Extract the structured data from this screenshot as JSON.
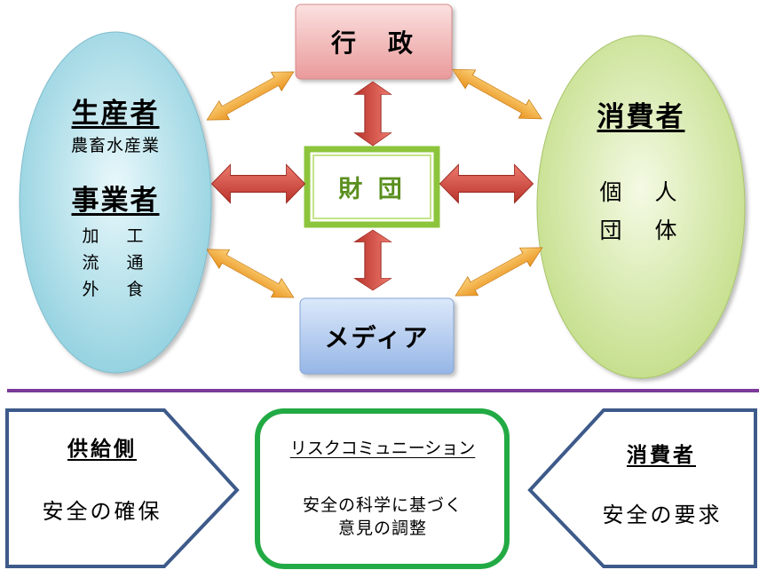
{
  "top": {
    "left": {
      "heading1": "生産者",
      "sub1": "農畜水産業",
      "heading2": "事業者",
      "items": [
        "加　工",
        "流　通",
        "外　食"
      ]
    },
    "administration": "行　政",
    "foundation": "財 団",
    "media": "メディア",
    "right": {
      "heading": "消費者",
      "items": [
        "個　人",
        "団　体"
      ]
    }
  },
  "bottom": {
    "left": {
      "title": "供給側",
      "body": "安全の確保"
    },
    "center": {
      "title": "リスクコミュニーション",
      "body_line1": "安全の科学に基づく",
      "body_line2": "意見の調整"
    },
    "right": {
      "title": "消費者",
      "body": "安全の要求"
    }
  },
  "colors": {
    "left_ellipse": "#a8dde8",
    "right_ellipse": "#d3e8a0",
    "admin_box": "#f0a0a0",
    "media_box": "#a8c4ec",
    "foundation_border": "#8cc43c",
    "red_arrow": "#c0392b",
    "orange_arrow": "#f0a030",
    "divider": "#7b3a9a",
    "chevron_border": "#3d5a8a",
    "center_border": "#22aa44"
  }
}
